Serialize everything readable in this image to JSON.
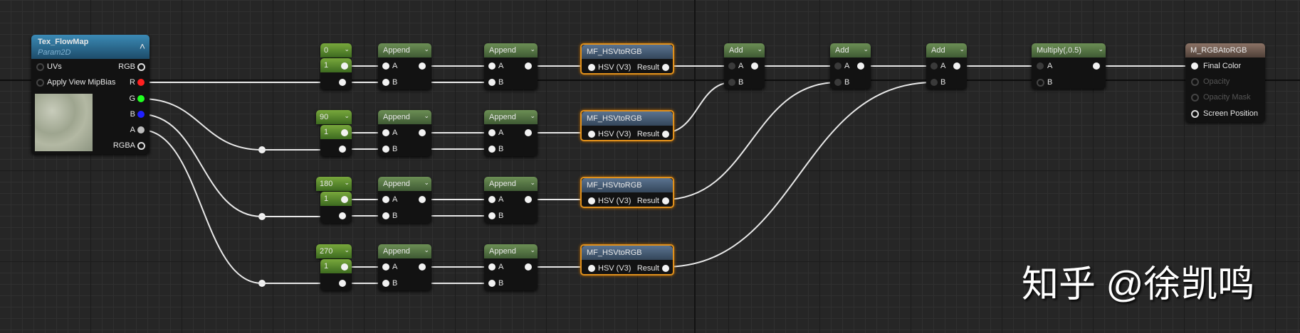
{
  "texture_node": {
    "title": "Tex_FlowMap",
    "subtitle": "Param2D",
    "collapse_icon": "chevron-up-icon",
    "inputs": [
      "UVs",
      "Apply View MipBias"
    ],
    "outputs": [
      "RGB",
      "R",
      "G",
      "B",
      "A",
      "RGBA"
    ],
    "pin_colors": {
      "R": "#ff2020",
      "G": "#20ff20",
      "B": "#2020ff",
      "A": "#bbbbbb"
    }
  },
  "rows": [
    {
      "hue": "0",
      "one": "1",
      "append1": "Append",
      "append2": "Append",
      "hsv_title": "MF_HSVtoRGB",
      "hsv_input": "HSV (V3)",
      "hsv_output": "Result"
    },
    {
      "hue": "90",
      "one": "1",
      "append1": "Append",
      "append2": "Append",
      "hsv_title": "MF_HSVtoRGB",
      "hsv_input": "HSV (V3)",
      "hsv_output": "Result"
    },
    {
      "hue": "180",
      "one": "1",
      "append1": "Append",
      "append2": "Append",
      "hsv_title": "MF_HSVtoRGB",
      "hsv_input": "HSV (V3)",
      "hsv_output": "Result"
    },
    {
      "hue": "270",
      "one": "1",
      "append1": "Append",
      "append2": "Append",
      "hsv_title": "MF_HSVtoRGB",
      "hsv_input": "HSV (V3)",
      "hsv_output": "Result"
    }
  ],
  "pin_labels": {
    "a": "A",
    "b": "B"
  },
  "adds": [
    {
      "title": "Add"
    },
    {
      "title": "Add"
    },
    {
      "title": "Add"
    }
  ],
  "multiply": {
    "title": "Multiply(,0.5)"
  },
  "output": {
    "title": "M_RGBAtoRGB",
    "pins": [
      {
        "label": "Final Color",
        "enabled": true
      },
      {
        "label": "Opacity",
        "enabled": false
      },
      {
        "label": "Opacity Mask",
        "enabled": false
      },
      {
        "label": "Screen Position",
        "enabled": true
      }
    ]
  },
  "watermark": "知乎 @徐凯鸣",
  "colors": {
    "hsv_border": "#e0901c",
    "wire": "#e8e8e8"
  }
}
